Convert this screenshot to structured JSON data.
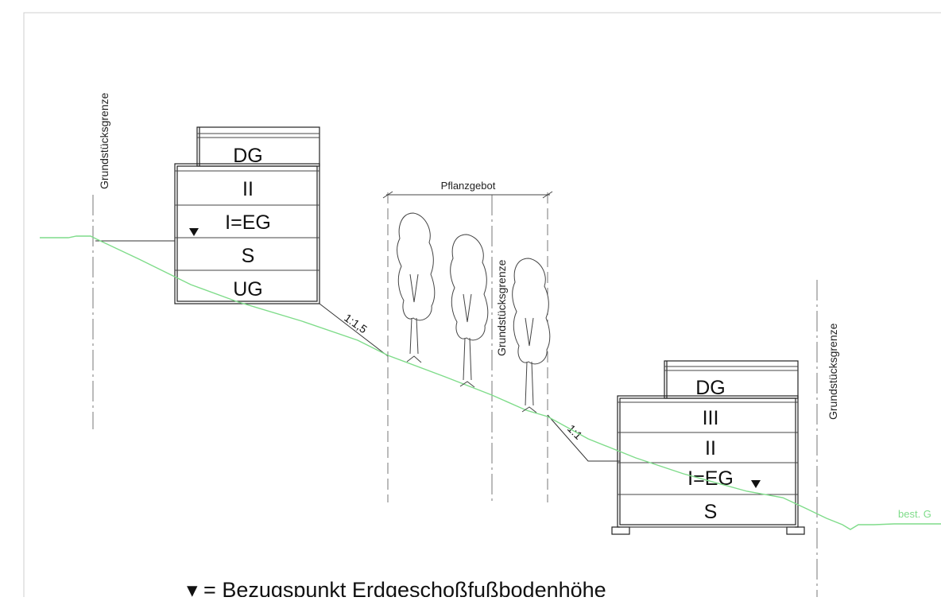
{
  "labels": {
    "boundary": "Grundstücksgrenze",
    "planting_zone": "Pflanzgebot",
    "slope_left": "1:1,5",
    "slope_right": "1:1",
    "terrain": "best. G",
    "legend": "▾ = Bezugspunkt Erdgeschoßfußbodenhöhe"
  },
  "building_left": {
    "floors": [
      "DG",
      "II",
      "I=EG",
      "S",
      "UG"
    ]
  },
  "building_right": {
    "floors": [
      "DG",
      "III",
      "II",
      "I=EG",
      "S"
    ]
  },
  "colors": {
    "terrain": "#7fdc8a",
    "lines": "#222222",
    "background": "#ffffff"
  }
}
